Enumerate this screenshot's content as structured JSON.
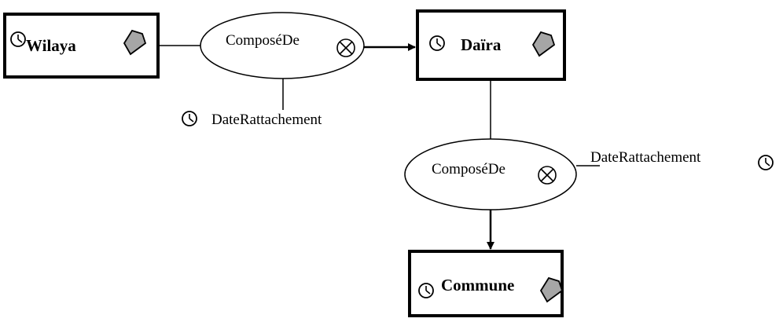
{
  "entities": {
    "wilaya": {
      "label": "Wilaya"
    },
    "daira": {
      "label": "Daïra"
    },
    "commune": {
      "label": "Commune"
    }
  },
  "relationships": {
    "wilaya_daira": {
      "label": "ComposéDe"
    },
    "daira_commune": {
      "label": "ComposéDe"
    }
  },
  "attributes": {
    "wilaya_daira_date": {
      "label": "DateRattachement"
    },
    "daira_commune_date": {
      "label": "DateRattachement"
    }
  },
  "icons": {
    "clock": "clock-icon",
    "polygon": "pentagon-icon",
    "relationship": "circled-x-icon"
  },
  "colors": {
    "stroke": "#000000",
    "polygon_fill": "#a6a6a6",
    "background": "#ffffff"
  }
}
